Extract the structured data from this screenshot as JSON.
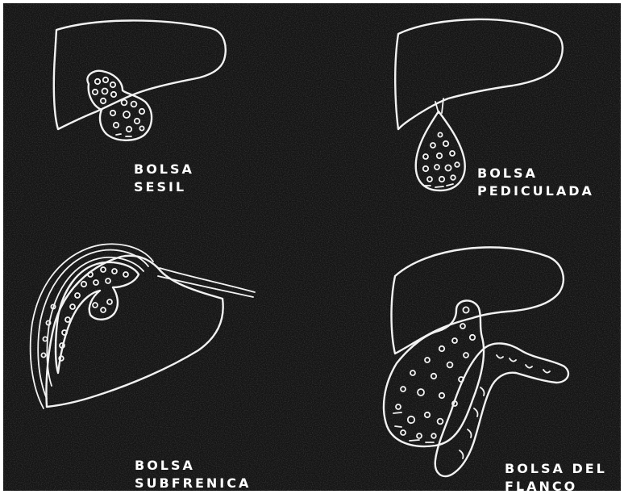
{
  "colors": {
    "background": "#141414",
    "line": "#f2f2f2",
    "frame": "#ffffff"
  },
  "panels": {
    "sesil": {
      "line1": "BOLSA",
      "line2": "SESIL"
    },
    "pediculada": {
      "line1": "BOLSA",
      "line2": "PEDICULADA"
    },
    "subfrenica": {
      "line1": "BOLSA",
      "line2": "SUBFRENICA"
    },
    "flanco": {
      "line1": "BOLSA DEL",
      "line2": "FLANCO"
    }
  }
}
